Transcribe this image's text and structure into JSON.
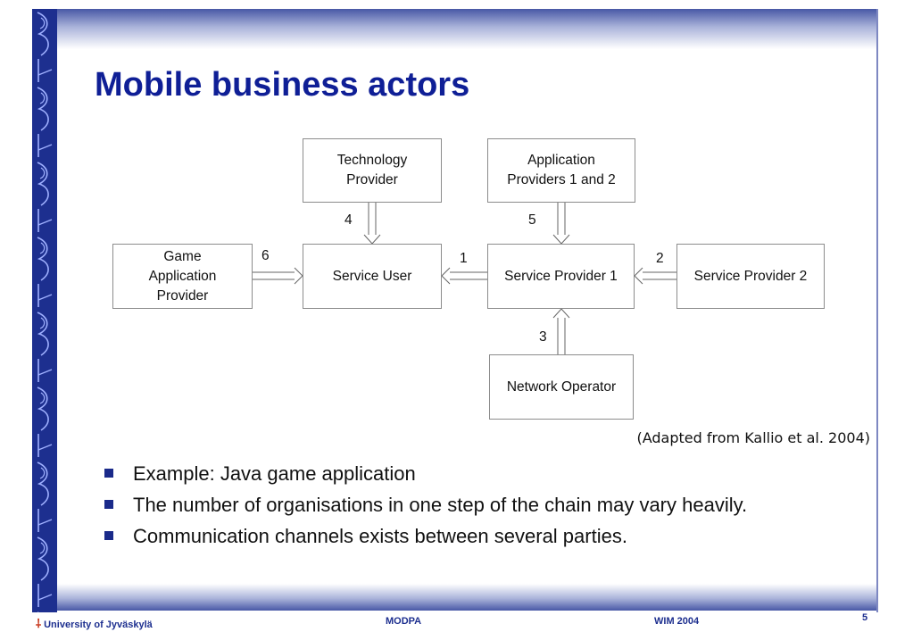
{
  "slide": {
    "title": "Mobile business actors",
    "citation": "(Adapted from Kallio et al. 2004)"
  },
  "diagram": {
    "boxes": {
      "technology_provider": "Technology\nProvider",
      "application_providers": "Application\nProviders 1 and 2",
      "game_application_provider": "Game\nApplication\nProvider",
      "service_user": "Service User",
      "service_provider_1": "Service Provider 1",
      "service_provider_2": "Service Provider 2",
      "network_operator": "Network Operator"
    },
    "flow_labels": {
      "label_1": "1",
      "label_2": "2",
      "label_3": "3",
      "label_4": "4",
      "label_5": "5",
      "label_6": "6"
    }
  },
  "bullets": [
    "Example: Java game application",
    "The number of organisations in one step of the chain may vary heavily.",
    "Communication channels exists between several parties."
  ],
  "footer": {
    "university_prefix": "University of ",
    "university_name": "Jyväskylä",
    "course": "MODPA",
    "event": "WIM 2004",
    "page_number": "5"
  },
  "colors": {
    "title": "#0f1f96",
    "sidebar": "#1d2f8f",
    "bullet": "#1a2a8a",
    "logo_mark": "#c8371d"
  }
}
